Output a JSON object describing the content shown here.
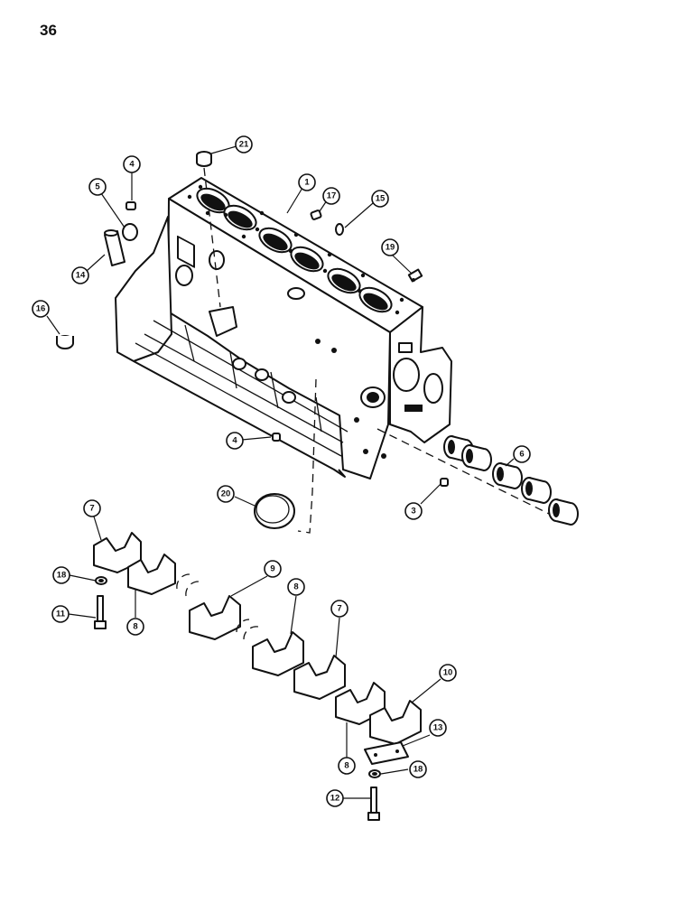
{
  "page_number": "36",
  "callouts": [
    {
      "id": "c21a",
      "label": "21"
    },
    {
      "id": "c1",
      "label": "1"
    },
    {
      "id": "c17",
      "label": "17"
    },
    {
      "id": "c15",
      "label": "15"
    },
    {
      "id": "c4a",
      "label": "4"
    },
    {
      "id": "c5",
      "label": "5"
    },
    {
      "id": "c19",
      "label": "19"
    },
    {
      "id": "c14",
      "label": "14"
    },
    {
      "id": "c16",
      "label": "16"
    },
    {
      "id": "c4b",
      "label": "4"
    },
    {
      "id": "c6",
      "label": "6"
    },
    {
      "id": "c3",
      "label": "3"
    },
    {
      "id": "c20",
      "label": "20"
    },
    {
      "id": "c7a",
      "label": "7"
    },
    {
      "id": "c18a",
      "label": "18"
    },
    {
      "id": "c11",
      "label": "11"
    },
    {
      "id": "c8a",
      "label": "8"
    },
    {
      "id": "c9",
      "label": "9"
    },
    {
      "id": "c8b",
      "label": "8"
    },
    {
      "id": "c7b",
      "label": "7"
    },
    {
      "id": "c10",
      "label": "10"
    },
    {
      "id": "c13",
      "label": "13"
    },
    {
      "id": "c8c",
      "label": "8"
    },
    {
      "id": "c18b",
      "label": "18"
    },
    {
      "id": "c12",
      "label": "12"
    }
  ]
}
